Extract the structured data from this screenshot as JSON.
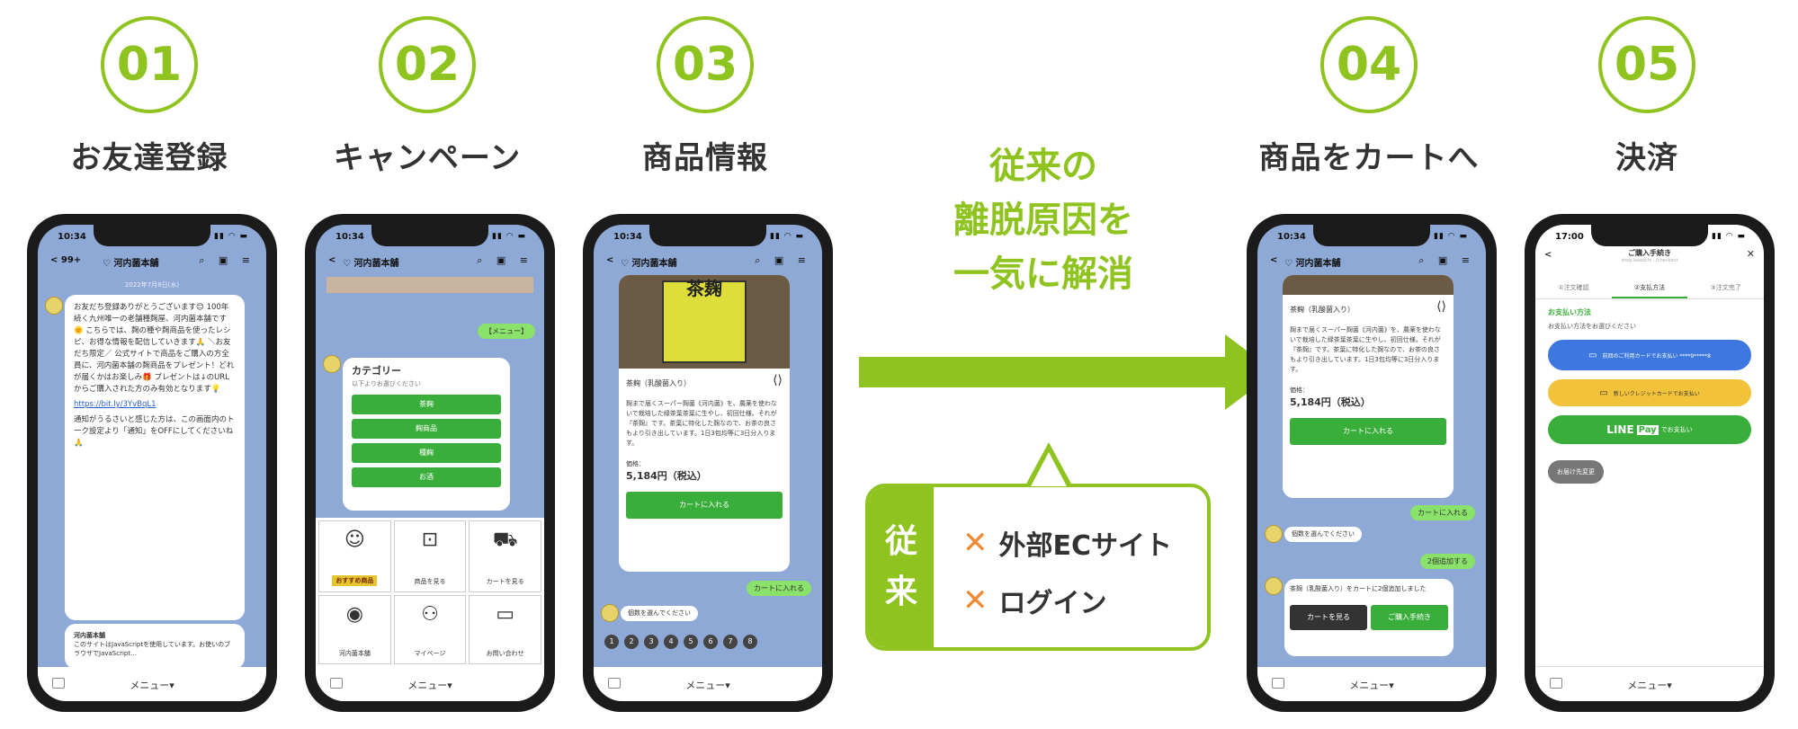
{
  "steps": [
    {
      "num": "01",
      "title": "お友達登録"
    },
    {
      "num": "02",
      "title": "キャンペーン"
    },
    {
      "num": "03",
      "title": "商品情報"
    },
    {
      "num": "04",
      "title": "商品をカートへ"
    },
    {
      "num": "05",
      "title": "決済"
    }
  ],
  "center": {
    "line1": "従来の",
    "line2": "離脱原因を",
    "line3": "一気に解消"
  },
  "callout": {
    "tab1": "従",
    "tab2": "来",
    "items": [
      "外部ECサイト",
      "ログイン"
    ],
    "x_mark": "✕"
  },
  "phone_common": {
    "time": "10:34",
    "status_icons": "▮▮ ◠ ▬",
    "account": "♡ 河内菌本舗",
    "menu": "メニュー▾",
    "header_icons": "⌕ ▣ ≡"
  },
  "phone1": {
    "back": "< 99+",
    "date": "2022年7月8日(水)",
    "message": "お友だち登録ありがとうございます😊 100年続く九州唯一の老舗種麹屋、河内菌本舗です🌞 こちらでは、麹の種や麹商品を使ったレシピ、お得な情報を配信していきます🙏 ＼お友だち限定／ 公式サイトで商品をご購入の方全員に、河内菌本舗の麹商品をプレゼント！どれが届くかはお楽しみ🎁 プレゼントは↓のURLからご購入された方のみ有効となります💡",
    "link": "https://bit.ly/3YvBqL1",
    "message2": "通知がうるさいと感じた方は、この画面内のトーク設定より「通知」をOFFにしてくださいね🙏",
    "card_title": "河内菌本舗",
    "card_text": "このサイトはJavaScriptを使用しています。お使いのブラウザでJavaScript…"
  },
  "phone2": {
    "back": "<",
    "menu_tag": "【メニュー】",
    "category_title": "カテゴリー",
    "category_sub": "以下よりお選びください",
    "buttons": [
      "茶麹",
      "麹商品",
      "種麹",
      "お酒"
    ],
    "grid": [
      "おすすめ商品",
      "商品を見る",
      "カートを見る",
      "河内菌本舗",
      "マイページ",
      "お問い合わせ"
    ]
  },
  "phone3": {
    "back": "<",
    "label_tea": "茶麹",
    "product_name": "茶麹（乳酸菌入り）",
    "desc": "麹まで届くスーパー麹菌《河内菌》を、農薬を使わないで栽培した緑茶葉茶葉に生やし、初回仕様。それが『茶麹』です。茶葉に特化した麹なので、お茶の良さもより引き出しています。1日3包均等に3日分入ります。",
    "price_label": "価格：",
    "price": "5,184円（税込）",
    "cart_btn": "カートに入れる",
    "user_msg": "カートに入れる",
    "bot_msg": "個数を選んでください",
    "qty": [
      "1",
      "2",
      "3",
      "4",
      "5",
      "6",
      "7",
      "8"
    ]
  },
  "phone4": {
    "back": "<",
    "product_name": "茶麹（乳酸菌入り）",
    "desc": "麹まで届くスーパー麹菌《河内菌》を、農薬を使わないで栽培した緑茶葉茶葉に生やし、初回仕様。それが『茶麹』です。茶葉に特化した麹なので、お茶の良さもより引き出しています。1日3包均等に3日分入ります。",
    "price_label": "価格：",
    "price": "5,184円（税込）",
    "cart_btn": "カートに入れる",
    "user_msg": "カートに入れる",
    "bot_msg": "個数を選んでください",
    "user_msg2": "2個追加する",
    "confirm": "茶麹（乳酸菌入り）をカートに2個追加しました",
    "view_cart": "カートを見る",
    "checkout": "ご購入手続き"
  },
  "phone5": {
    "time": "17:00",
    "title": "ご購入手続き",
    "url": "shop.kawachi.../checkout",
    "close": "✕",
    "back": "<",
    "tabs": [
      "①注文確認",
      "②支払方法",
      "③注文完了"
    ],
    "section": "お支払い方法",
    "sub": "お支払い方法をお選びください",
    "pay1": "前回のご利用カードでお支払い ****9*****8",
    "pay2": "新しいクレジットカードでお支払い",
    "pay3_logo1": "LINE",
    "pay3_logo2": "Pay",
    "pay3": "でお支払い",
    "address": "お届け先変更",
    "menu": "メニュー▾"
  },
  "colors": {
    "accent": "#8fc31f",
    "orange": "#f08a32",
    "line_green": "#3aae3a",
    "chat_bg": "#8ea9d6"
  }
}
